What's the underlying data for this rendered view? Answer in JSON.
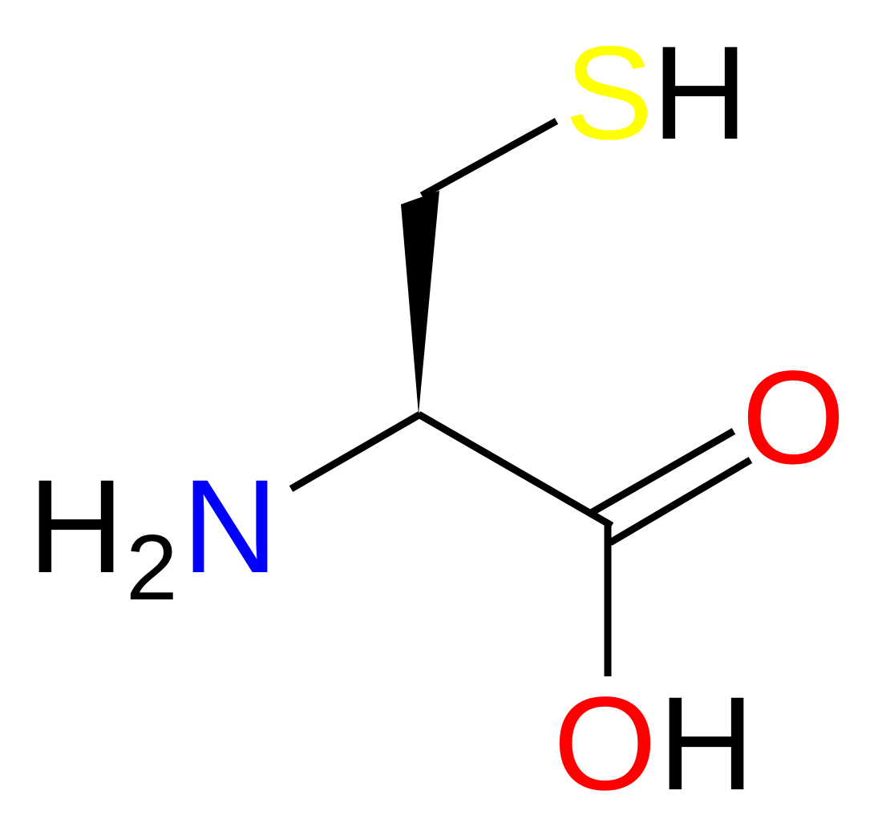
{
  "molecule": {
    "atoms": {
      "sulfur": {
        "symbol": "S",
        "color": "#ffff00"
      },
      "sulfur_h": {
        "symbol": "H",
        "color": "#000000"
      },
      "nitrogen_h": {
        "symbol": "H",
        "color": "#000000"
      },
      "nitrogen_h_count": "2",
      "nitrogen": {
        "symbol": "N",
        "color": "#0000ff"
      },
      "carbonyl_oxygen": {
        "symbol": "O",
        "color": "#ff0000"
      },
      "hydroxyl_oxygen": {
        "symbol": "O",
        "color": "#ff0000"
      },
      "hydroxyl_h": {
        "symbol": "H",
        "color": "#000000"
      }
    },
    "bond_color": "#000000",
    "stereo_bond": "wedge"
  }
}
